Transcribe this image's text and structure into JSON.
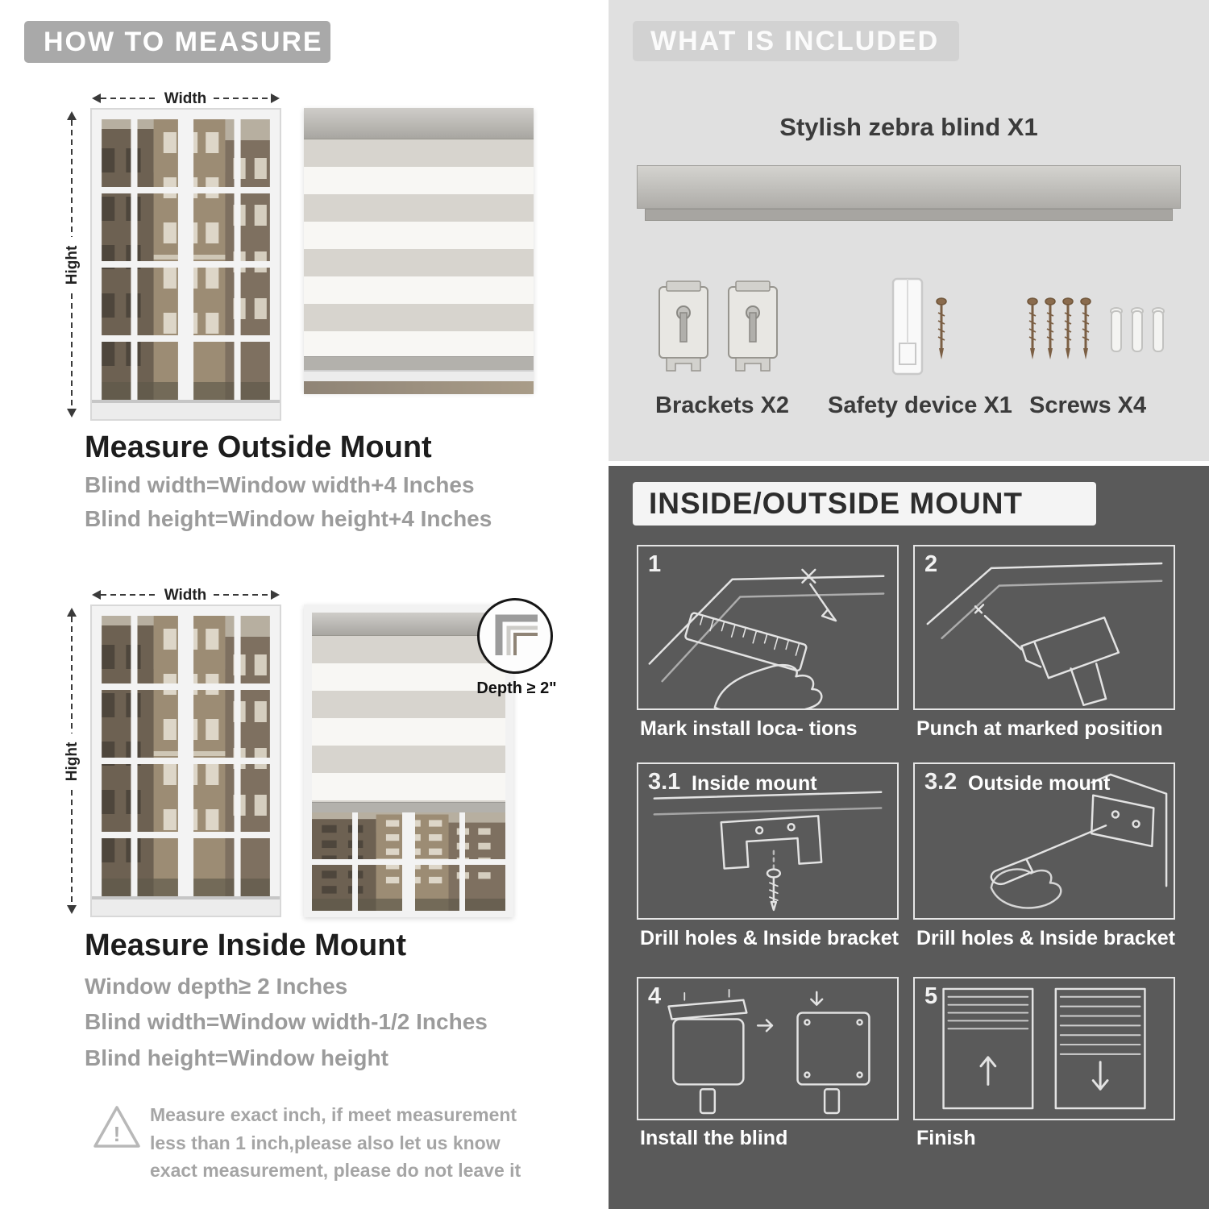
{
  "palette": {
    "panel_light": "#e0e0e0",
    "panel_dark": "#5a5a5a",
    "badge_gray": "#a9a9a9",
    "instruction_text_gray": "#9b9b9b"
  },
  "how_to_measure": {
    "header": "HOW TO MEASURE",
    "outside": {
      "width_label": "Width",
      "height_label": "Hight",
      "heading": "Measure Outside Mount",
      "lines": [
        "Blind width=Window width+4 Inches",
        "Blind height=Window height+4 Inches"
      ]
    },
    "inside": {
      "width_label": "Width",
      "height_label": "Hight",
      "depth_label": "Depth ≥ 2\"",
      "heading": "Measure Inside Mount",
      "lines": [
        "Window depth≥ 2 Inches",
        "Blind width=Window width-1/2 Inches",
        "Blind height=Window height"
      ]
    },
    "warning_mark": "!",
    "warning_text": "Measure exact inch, if meet measurement less than 1 inch,please also let us know exact measurement, please do not leave it"
  },
  "included": {
    "header": "WHAT IS INCLUDED",
    "blind_label": "Stylish zebra blind X1",
    "items": [
      {
        "label": "Brackets X2",
        "icon": "brackets-icon"
      },
      {
        "label": "Safety device X1",
        "icon": "safety-device-icon"
      },
      {
        "label": "Screws X4",
        "icon": "screws-icon"
      }
    ]
  },
  "mount_guide": {
    "header": "INSIDE/OUTSIDE MOUNT",
    "steps": [
      {
        "num": "1",
        "title": "",
        "caption": "Mark install loca- tions",
        "icon": "mark-location-icon"
      },
      {
        "num": "2",
        "title": "",
        "caption": "Punch at  marked position",
        "icon": "drill-icon"
      },
      {
        "num": "3.1",
        "title": "Inside mount",
        "caption": "Drill holes &  Inside bracket",
        "icon": "inside-bracket-icon"
      },
      {
        "num": "3.2",
        "title": "Outside mount",
        "caption": "Drill holes &  Inside bracket",
        "icon": "outside-bracket-icon"
      },
      {
        "num": "4",
        "title": "",
        "caption": "Install the blind",
        "icon": "install-blind-icon"
      },
      {
        "num": "5",
        "title": "",
        "caption": "Finish",
        "icon": "finish-icon"
      }
    ]
  }
}
